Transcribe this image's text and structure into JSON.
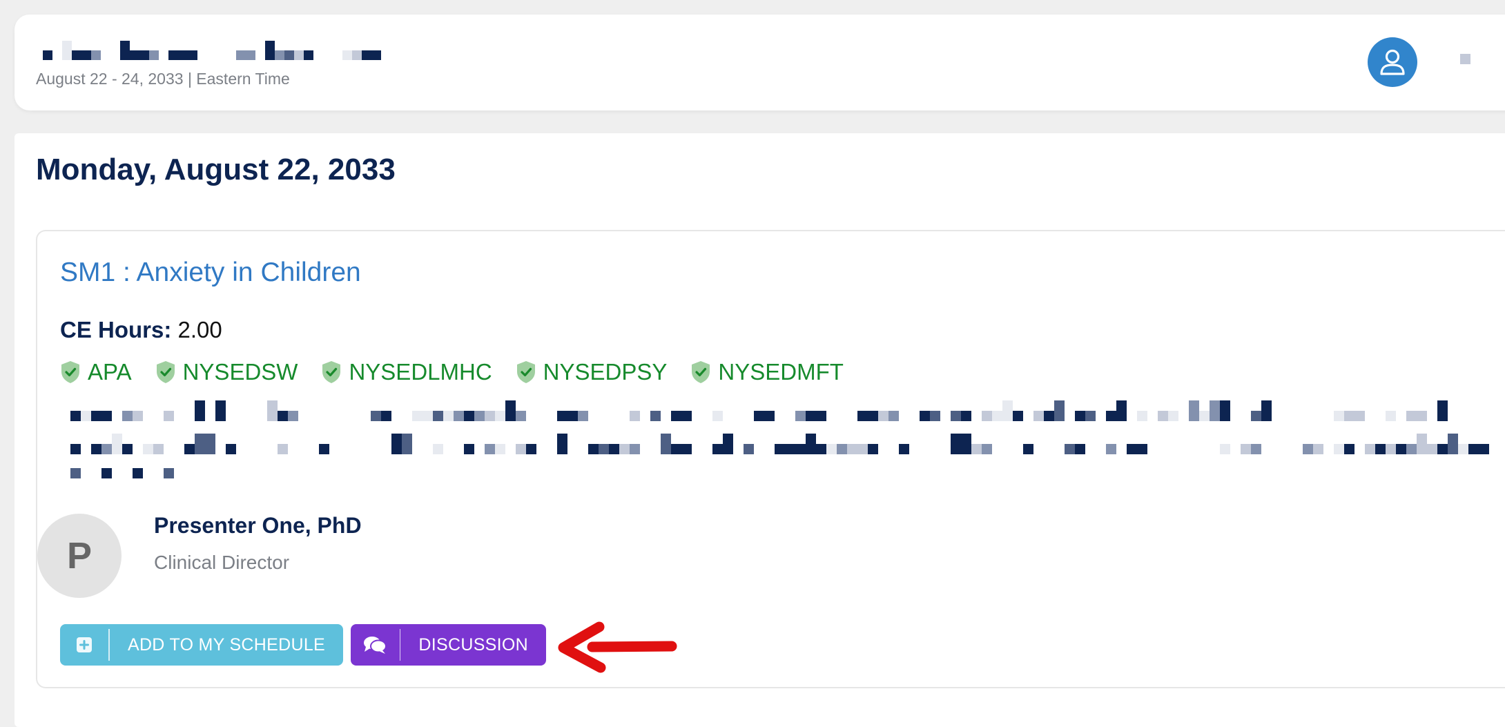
{
  "header": {
    "event_title": "",
    "event_date": "August 22 - 24, 2033 | Eastern Time",
    "user_icon": "user-icon"
  },
  "schedule": {
    "day_heading": "Monday, August 22, 2033"
  },
  "session": {
    "title": "SM1 : Anxiety in Children",
    "ce_label": "CE Hours:",
    "ce_value": "2.00",
    "accreditations": [
      "APA",
      "NYSEDSW",
      "NYSEDLMHC",
      "NYSEDPSY",
      "NYSEDMFT"
    ],
    "accreditation_icon": "check-shield-icon",
    "accreditation_color": "#168a2c",
    "description": ""
  },
  "presenter": {
    "initial": "P",
    "name": "Presenter One, PhD",
    "role": "Clinical Director"
  },
  "actions": {
    "add_schedule_label": "ADD TO MY SCHEDULE",
    "add_schedule_icon": "plus-square-icon",
    "add_schedule_color": "#5ec0dc",
    "discussion_label": "DISCUSSION",
    "discussion_icon": "comments-icon",
    "discussion_color": "#7b35d1"
  },
  "annotation": {
    "arrow_icon": "red-arrow-icon",
    "color": "#e01010"
  }
}
